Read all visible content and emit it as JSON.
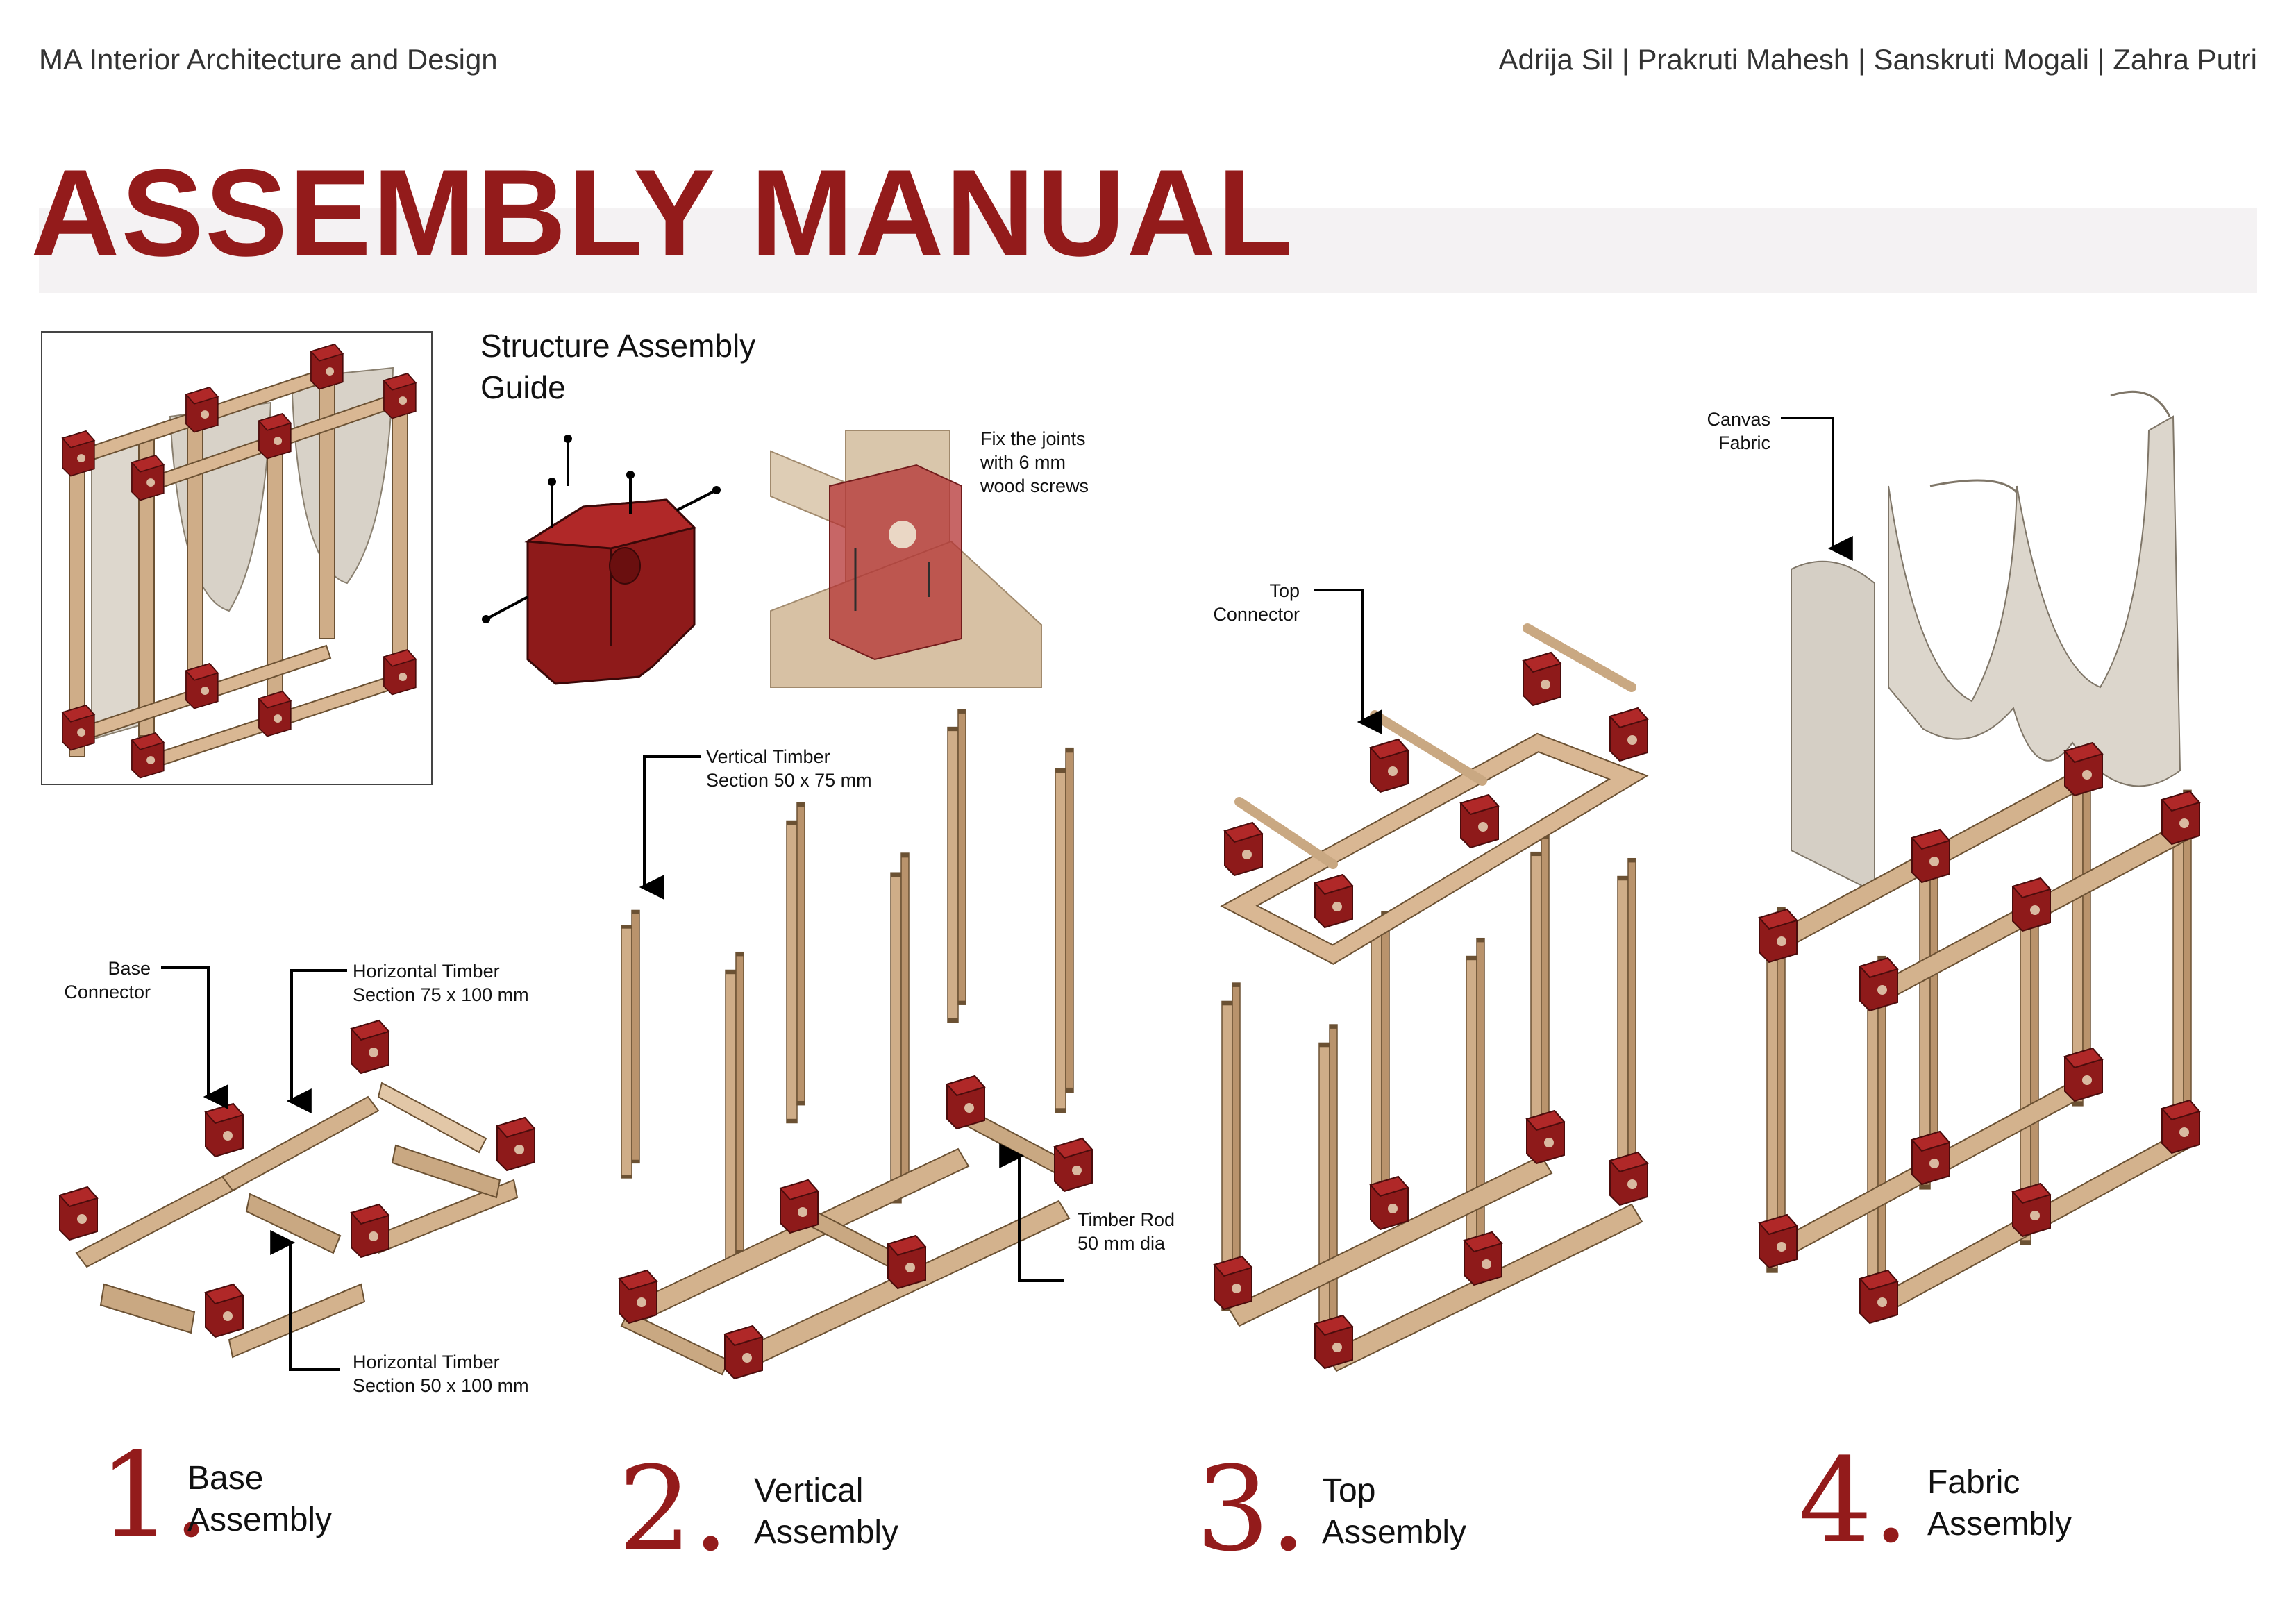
{
  "header": {
    "program": "MA Interior Architecture and Design",
    "authors": "Adrija Sil | Prakruti Mahesh | Sanskruti Mogali | Zahra Putri"
  },
  "title": "ASSEMBLY MANUAL",
  "guide": {
    "title_line1": "Structure Assembly",
    "title_line2": "Guide",
    "screw_note_line1": "Fix the joints",
    "screw_note_line2": "with 6 mm",
    "screw_note_line3": "wood screws"
  },
  "labels": {
    "base_connector_1": "Base",
    "base_connector_2": "Connector",
    "horiz_75_1": "Horizontal Timber",
    "horiz_75_2": "Section 75 x 100 mm",
    "horiz_50_1": "Horizontal Timber",
    "horiz_50_2": "Section 50 x 100 mm",
    "vertical_1": "Vertical Timber",
    "vertical_2": "Section 50 x 75 mm",
    "rod_1": "Timber Rod",
    "rod_2": "50 mm dia",
    "top_connector_1": "Top",
    "top_connector_2": "Connector",
    "canvas_1": "Canvas",
    "canvas_2": "Fabric"
  },
  "steps": [
    {
      "number": "1.",
      "line1": "Base",
      "line2": "Assembly"
    },
    {
      "number": "2.",
      "line1": "Vertical",
      "line2": "Assembly"
    },
    {
      "number": "3.",
      "line1": "Top",
      "line2": "Assembly"
    },
    {
      "number": "4.",
      "line1": "Fabric",
      "line2": "Assembly"
    }
  ],
  "colors": {
    "accent": "#931b1b",
    "timber": "#cfad88",
    "connector": "#8e1a1a",
    "fabric": "#d8d2c8"
  }
}
